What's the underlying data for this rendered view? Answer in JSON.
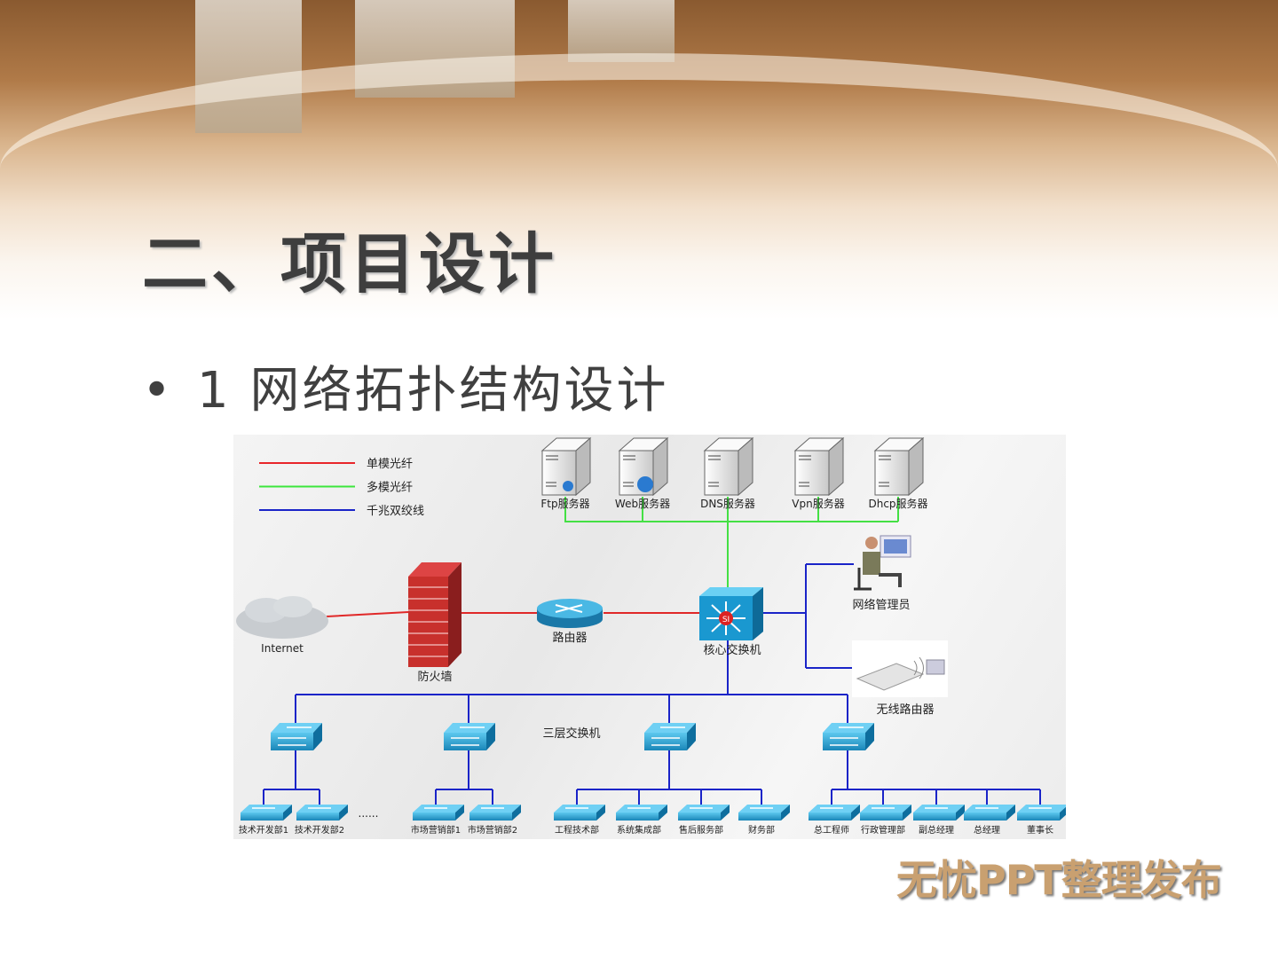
{
  "slide": {
    "title": "二、项目设计",
    "bullet_marker": "•",
    "bullet": "1 网络拓扑结构设计",
    "footer": "无忧PPT整理发布"
  },
  "diagram": {
    "legend": [
      {
        "label": "单模光纤",
        "color": "#e8262a"
      },
      {
        "label": "多模光纤",
        "color": "#3ce63c"
      },
      {
        "label": "千兆双绞线",
        "color": "#1a24c8"
      }
    ],
    "servers": [
      "Ftp服务器",
      "Web服务器",
      "DNS服务器",
      "Vpn服务器",
      "Dhcp服务器"
    ],
    "internet": "Internet",
    "firewall": "防火墙",
    "router": "路由器",
    "core_switch": "核心交换机",
    "admin": "网络管理员",
    "wireless_router": "无线路由器",
    "l3_switch_label": "三层交换机",
    "ellipsis": "......",
    "groups": [
      [
        "技术开发部1",
        "技术开发部2"
      ],
      [
        "市场营销部1",
        "市场营销部2"
      ],
      [
        "工程技术部",
        "系统集成部",
        "售后服务部",
        "财务部"
      ],
      [
        "总工程师",
        "行政管理部",
        "副总经理",
        "总经理",
        "董事长"
      ]
    ]
  }
}
